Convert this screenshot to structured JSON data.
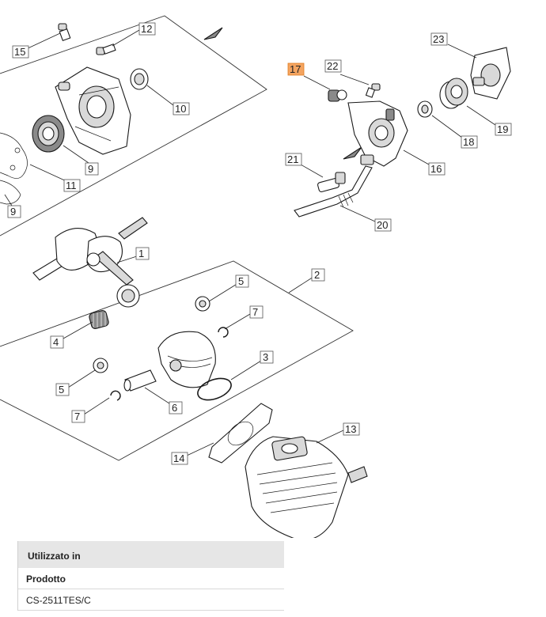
{
  "callouts": [
    "1",
    "2",
    "3",
    "4",
    "5",
    "5",
    "6",
    "7",
    "7",
    "9",
    "9",
    "10",
    "11",
    "12",
    "13",
    "14",
    "15",
    "16",
    "17",
    "18",
    "19",
    "20",
    "21",
    "22",
    "23"
  ],
  "used_in": {
    "header": "Utilizzato in",
    "column_label": "Prodotto",
    "products": [
      "CS-2511TES/C"
    ]
  },
  "colors": {
    "highlight": "#f4a460"
  }
}
